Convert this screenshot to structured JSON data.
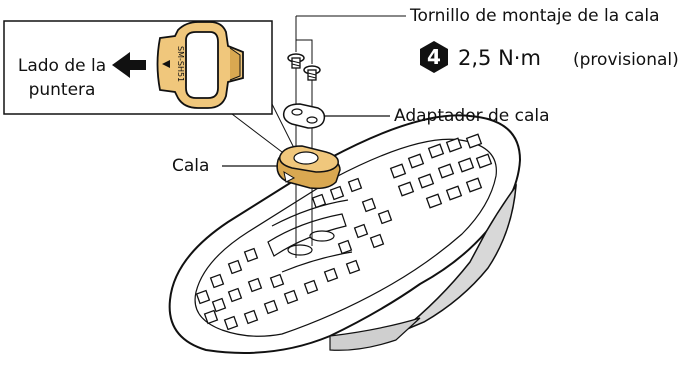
{
  "labels": {
    "screw": "Tornillo de montaje de la cala",
    "adapter": "Adaptador de cala",
    "cleat": "Cala",
    "toe_line1": "Lado de la",
    "toe_line2": "puntera"
  },
  "torque": {
    "step": "4",
    "value": "2,5 N·m",
    "note": "(provisional)"
  },
  "cleat_mark": "SM-SH51",
  "colors": {
    "cleat": "#f0c77c",
    "cleat_shadow": "#d9a851",
    "outline": "#111111",
    "badge": "#111111"
  }
}
